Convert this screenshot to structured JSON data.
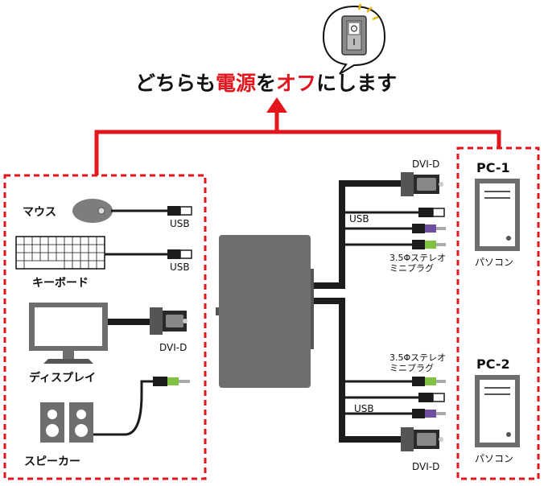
{
  "headline": {
    "prefix": "どちらも",
    "highlight1": "電源",
    "middle": "を",
    "highlight2": "オフ",
    "suffix": "にします"
  },
  "colors": {
    "accent_red": "#e3161d",
    "device_gray": "#6e6e6e",
    "cable_black": "#1c1c1c",
    "audio_green": "#7fc241",
    "mic_purple": "#6f4fa1"
  },
  "peripherals": {
    "mouse": {
      "label": "マウス",
      "port": "USB"
    },
    "keyboard": {
      "label": "キーボード",
      "port": "USB"
    },
    "display": {
      "label": "ディスプレイ",
      "port": "DVI-D"
    },
    "speaker": {
      "label": "スピーカー"
    }
  },
  "pcs": {
    "pc1": {
      "label": "PC-1",
      "sublabel": "パソコン"
    },
    "pc2": {
      "label": "PC-2",
      "sublabel": "パソコン"
    }
  },
  "cables": {
    "top": {
      "video": "DVI-D",
      "usb": "USB",
      "audio_line1": "3.5Φステレオ",
      "audio_line2": "ミニプラグ"
    },
    "bottom": {
      "video": "DVI-D",
      "usb": "USB",
      "audio_line1": "3.5Φステレオ",
      "audio_line2": "ミニプラグ"
    }
  },
  "icons": {
    "power_switch": "power-switch-icon",
    "mouse": "mouse-icon",
    "keyboard": "keyboard-icon",
    "monitor": "monitor-icon",
    "speakers": "speaker-icon",
    "pc": "pc-tower-icon",
    "kvm": "kvm-switch-icon"
  }
}
